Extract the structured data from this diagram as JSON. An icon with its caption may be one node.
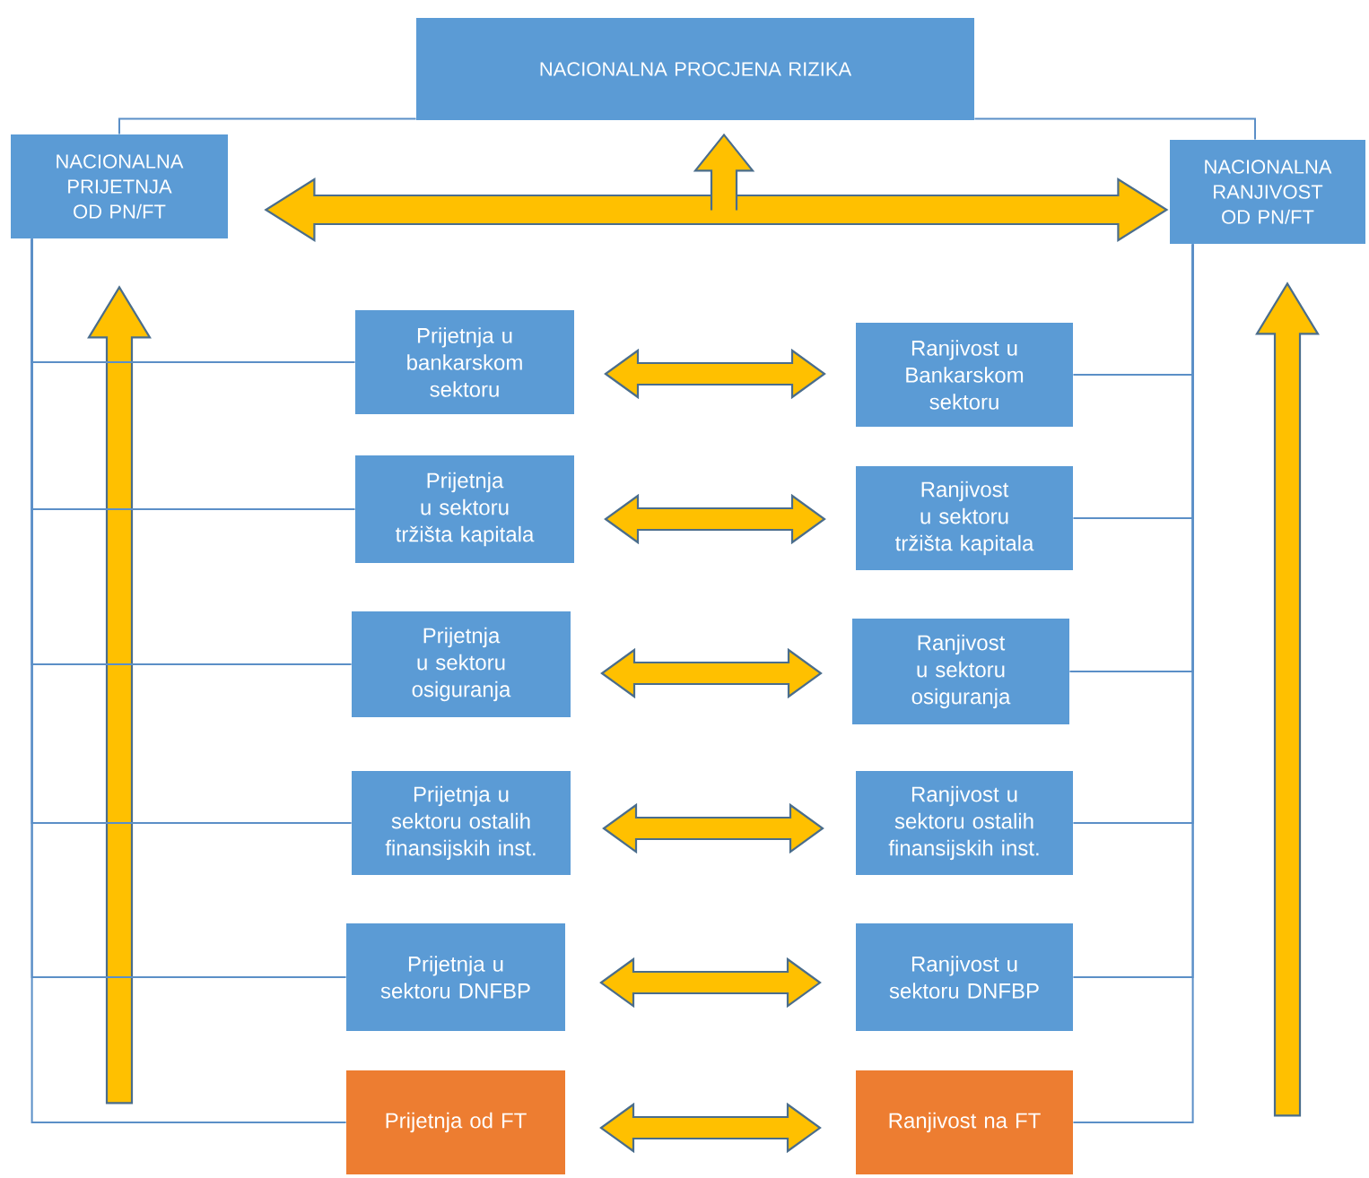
{
  "diagram": {
    "nodes": [
      {
        "text": [
          "NACIONALNA PROCJENA RIZIKA"
        ]
      },
      {
        "text": [
          "NACIONALNA PRIJETNJA OD PN/FT"
        ]
      },
      {
        "text": [
          "NACIONALNA RANJIVOST OD PN/FT"
        ]
      },
      {
        "text": [
          "Prijetnja u bankarskom sektoru"
        ]
      },
      {
        "text": [
          "Ranjivost u Bankarskom sektoru"
        ]
      },
      {
        "text": [
          "Prijetnja u sektoru tržišta kapitala"
        ]
      },
      {
        "text": [
          "Ranjivost u sektoru  tržišta kapitala"
        ]
      },
      {
        "text": [
          "Prijetnja u sektoru osiguranja"
        ]
      },
      {
        "text": [
          "Ranjivost u sektoru osiguranja"
        ]
      },
      {
        "text": [
          "Prijetnja u sektoru ostalih finansijskih inst."
        ]
      },
      {
        "text": [
          "Ranjivost u sektoru ostalih finansijskih inst."
        ]
      },
      {
        "text": [
          "Prijetnja u sektoru  DNFBP"
        ]
      },
      {
        "text": [
          "Ranjivost u sektoru DNFBP"
        ]
      },
      {
        "text": [
          "Prijetnja  od FT"
        ]
      },
      {
        "text": [
          "Ranjivost  na FT"
        ]
      }
    ],
    "edges": [
      {
        "from": 0,
        "to": 1,
        "arrow": "none"
      },
      {
        "from": 0,
        "to": 2,
        "arrow": "none"
      },
      {
        "from": 1,
        "to": 2,
        "arrow": "both"
      },
      {
        "from": null,
        "to": 0,
        "arrow": "to"
      },
      {
        "from": null,
        "to": 1,
        "arrow": "to"
      },
      {
        "from": null,
        "to": 2,
        "arrow": "to"
      },
      {
        "from": 1,
        "to": 3,
        "arrow": "none"
      },
      {
        "from": 1,
        "to": 5,
        "arrow": "none"
      },
      {
        "from": 1,
        "to": 7,
        "arrow": "none"
      },
      {
        "from": 1,
        "to": 9,
        "arrow": "none"
      },
      {
        "from": 1,
        "to": 11,
        "arrow": "none"
      },
      {
        "from": 1,
        "to": 13,
        "arrow": "none"
      },
      {
        "from": 2,
        "to": 4,
        "arrow": "none"
      },
      {
        "from": 2,
        "to": 6,
        "arrow": "none"
      },
      {
        "from": 2,
        "to": 8,
        "arrow": "none"
      },
      {
        "from": 2,
        "to": 10,
        "arrow": "none"
      },
      {
        "from": 2,
        "to": 12,
        "arrow": "none"
      },
      {
        "from": 2,
        "to": 14,
        "arrow": "none"
      },
      {
        "from": 3,
        "to": 4,
        "arrow": "both"
      },
      {
        "from": 5,
        "to": 6,
        "arrow": "both"
      },
      {
        "from": 7,
        "to": 8,
        "arrow": "both"
      },
      {
        "from": 9,
        "to": 10,
        "arrow": "both"
      },
      {
        "from": 11,
        "to": 12,
        "arrow": "both"
      },
      {
        "from": 13,
        "to": 14,
        "arrow": "both"
      }
    ]
  }
}
